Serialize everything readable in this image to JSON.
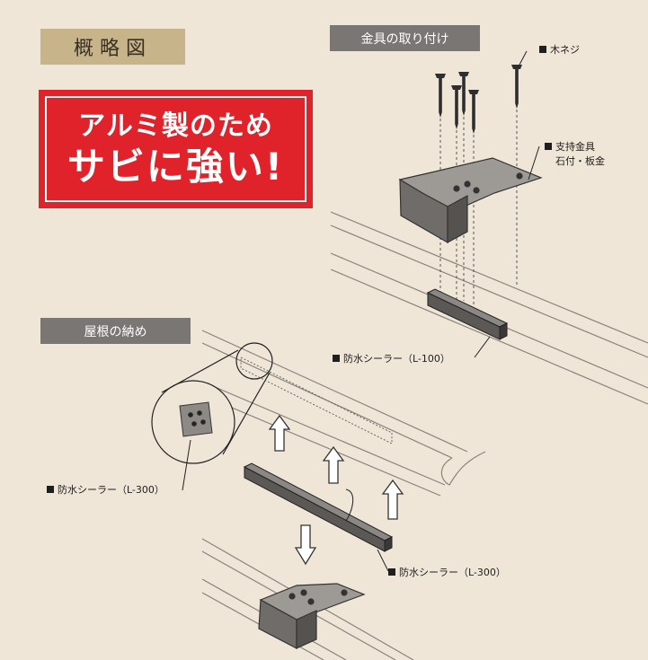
{
  "title": "概略図",
  "hero": {
    "line1": "アルミ製のため",
    "line2": "サビに強い!"
  },
  "sections": {
    "install": "金具の取り付け",
    "roof": "屋根の納め"
  },
  "callouts": {
    "screw": "木ネジ",
    "bracket_line1": "支持金具",
    "bracket_line2": "石付・板金",
    "sealer_l100": "防水シーラー（L-100）",
    "sealer_l300_left": "防水シーラー（L-300）",
    "sealer_l300_bottom": "防水シーラー（L-300）"
  },
  "colors": {
    "hero_red": "#e0232b",
    "title_gold": "#c7b48a",
    "label_gray": "#7a7673",
    "background": "#efe6d8"
  },
  "icons": [
    "wood-screw-icon",
    "support-bracket-icon",
    "sealer-strip-icon",
    "up-arrow-icon",
    "down-arrow-icon",
    "magnifier-circle-icon"
  ]
}
